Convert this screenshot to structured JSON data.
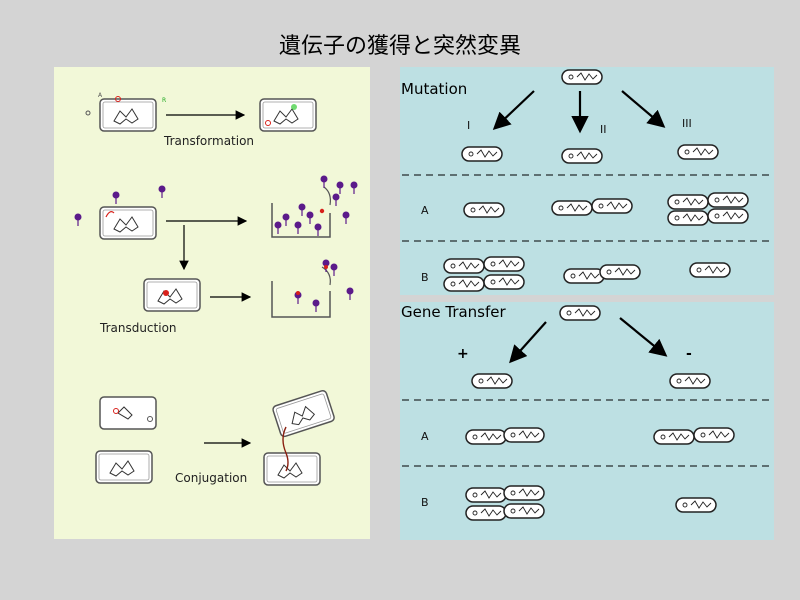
{
  "title": "遺伝子の獲得と突然変異",
  "left_panel": {
    "transformation_label": "Transformation",
    "transduction_label": "Transduction",
    "conjugation_label": "Conjugation"
  },
  "mutation": {
    "heading": "Mutation",
    "branches": [
      "I",
      "II",
      "III"
    ],
    "rows": [
      "A",
      "B"
    ]
  },
  "gene_transfer": {
    "heading": "Gene Transfer",
    "plus": "+",
    "minus": "-",
    "rows": [
      "A",
      "B"
    ]
  },
  "colors": {
    "background": "#d4d4d4",
    "left_panel": "#f2f8d8",
    "right_panels": "#bde0e3",
    "phage": "#5b1a8a",
    "dna_red": "#d8201a"
  }
}
